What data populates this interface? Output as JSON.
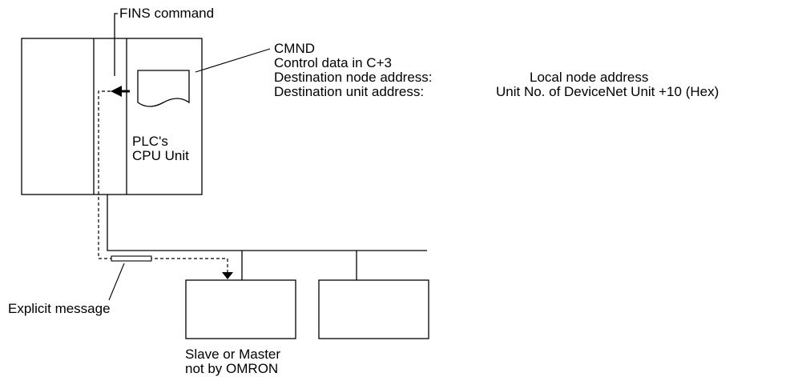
{
  "labels": {
    "fins_command": "FINS command",
    "cmnd": "CMND",
    "control_data": "Control data in C+3",
    "dest_node_label": "Destination node address:",
    "dest_node_value": "Local node address",
    "dest_unit_label": "Destination unit address:",
    "dest_unit_value": "Unit No. of DeviceNet Unit +10 (Hex)",
    "plc_line1": "PLC's",
    "plc_line2": "CPU Unit",
    "explicit_message": "Explicit message",
    "slave_line1": "Slave or Master",
    "slave_line2": "not by OMRON"
  }
}
